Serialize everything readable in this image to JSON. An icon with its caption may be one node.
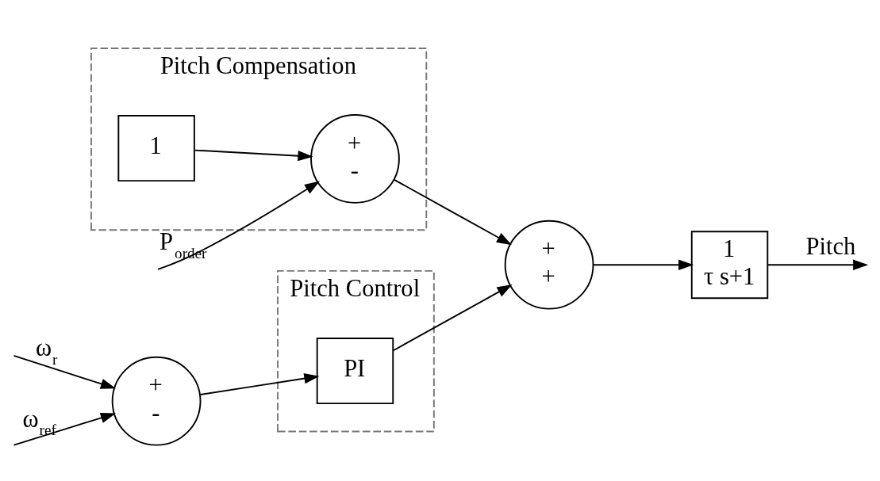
{
  "diagram": {
    "nodes": [
      {
        "text": [
          "+",
          "-"
        ]
      },
      {
        "text": [
          "Pitch Control"
        ]
      },
      {
        "text": [
          "PI"
        ],
        "in": 1
      },
      {
        "text": [
          "+",
          "+"
        ]
      },
      {
        "text": [
          "1",
          "τ s+1"
        ]
      },
      {
        "text": [
          "Pitch Compensation"
        ]
      },
      {
        "text": [
          "+",
          "-"
        ],
        "in": 5
      },
      {
        "text": [
          "1"
        ],
        "in": 5
      }
    ],
    "edges": [
      {
        "from": null,
        "to": 0,
        "arrow": "to",
        "label": "ω$_{r}$"
      },
      {
        "from": null,
        "to": 0,
        "arrow": "to",
        "label": "ω$_{ref}$"
      },
      {
        "from": 0,
        "to": 2,
        "arrow": "to"
      },
      {
        "from": 2,
        "to": 3,
        "arrow": "to"
      },
      {
        "from": 3,
        "to": 4,
        "arrow": "to"
      },
      {
        "from": 4,
        "to": null,
        "arrow": "to",
        "label": "Pitch"
      },
      {
        "from": null,
        "to": 6,
        "arrow": "to",
        "label": "P$_{order}$"
      },
      {
        "from": 7,
        "to": 6,
        "arrow": "to"
      },
      {
        "from": 6,
        "to": 3,
        "arrow": "to"
      }
    ]
  }
}
